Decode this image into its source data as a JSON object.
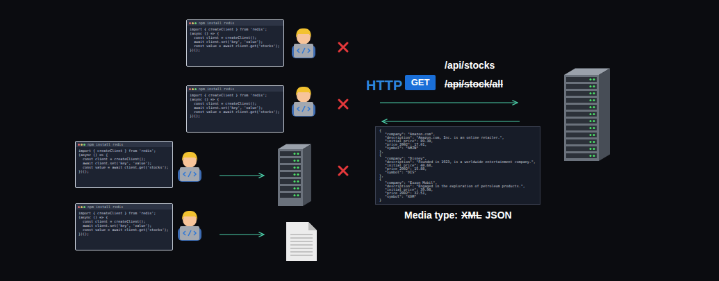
{
  "diagram": {
    "nodes": [
      {
        "text": [
          "npm install redis",
          "import { createClient } from 'redis';",
          "(async () => {",
          "const client = createClient();",
          "await client.set('key', 'value');",
          "const value = await client.get('stocks');",
          "})();"
        ]
      },
      {
        "text": [
          "GET"
        ]
      },
      {
        "text": [
          "npm install redis",
          "import { createClient } from 'redis';",
          "(async () => {",
          "const client = createClient();",
          "await client.set('key', 'value');",
          "const value = await client.get('stocks');",
          "})();"
        ]
      },
      {
        "text": [
          "{",
          "\"company\": \"Amazon.com\",",
          "\"description\": \"Amazon.com, Inc. is an online retailer.\",",
          "\"initial_price\": 89.38,",
          "\"price_2002\": 17.01,",
          "\"symbol\": \"AMZN\"",
          "},",
          "{",
          "\"company\": \"Disney\",",
          "\"description\": \"Founded in 1923, is a worldwide entertainment company.\",",
          "\"initial_price\": 40.68,",
          "\"price_2002\": 15.88,",
          "\"symbol\": \"DIS\"",
          "},",
          "{",
          "\"company\": \"Exxon Mobil\",",
          "\"description\": \"Engaged in the exploration of petroleum products.\",",
          "\"initial_price\": 39.98,",
          "\"price_2002\": 32.51,",
          "\"symbol\": \"XOM\"",
          "}"
        ]
      },
      {
        "text": [
          "npm install redis",
          "import { createClient } from 'redis';",
          "(async () => {",
          "const client = createClient();",
          "await client.set('key', 'value');",
          "const value = await client.get('stocks');",
          "})();"
        ]
      },
      {
        "text": [
          "npm install redis",
          "import { createClient } from 'redis';",
          "(async () => {",
          "const client = createClient();",
          "await client.set('key', 'value');",
          "const value = await client.get('stocks');",
          "})();"
        ]
      }
    ],
    "labels": [
      "HTTP",
      "/api/stocks",
      "/api/stock/all",
      "Media type:",
      "XML",
      "JSON"
    ]
  }
}
